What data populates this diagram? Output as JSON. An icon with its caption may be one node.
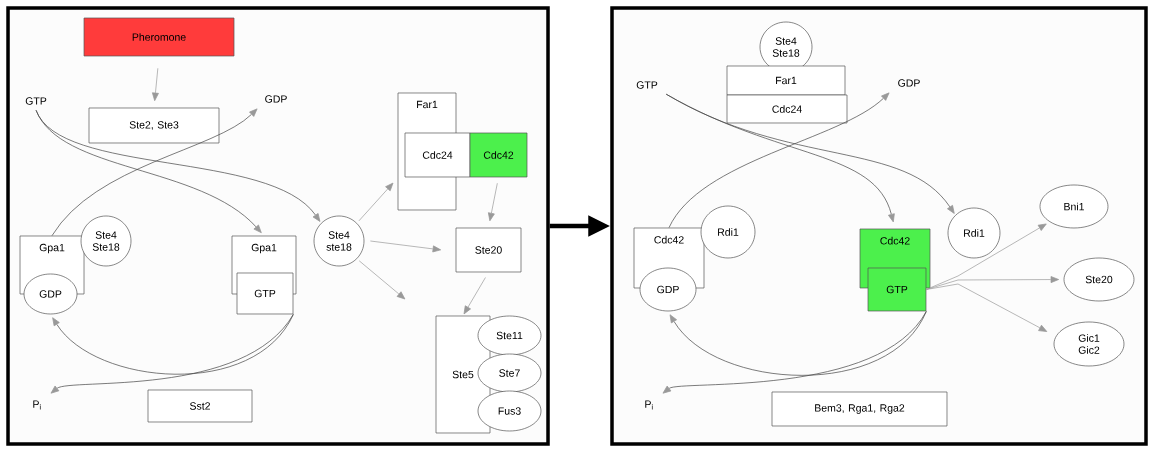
{
  "diagram": {
    "nodes": [
      {
        "text": [],
        "shape": "box"
      },
      {
        "text": [
          "Pheromone"
        ],
        "in": 0
      },
      {
        "text": [
          "Ste2, Ste3"
        ],
        "in": 0
      },
      {
        "text": [
          "GTP"
        ],
        "in": 0
      },
      {
        "text": [
          "GDP"
        ],
        "in": 0
      },
      {
        "text": [
          "Far1"
        ],
        "in": 0
      },
      {
        "text": [
          "Cdc24"
        ],
        "in": 0
      },
      {
        "text": [
          "Cdc42"
        ],
        "in": 0
      },
      {
        "text": [
          "Gpa1"
        ],
        "in": 0
      },
      {
        "text": [
          "Ste4 Ste18"
        ],
        "in": 0
      },
      {
        "text": [
          "GDP"
        ],
        "in": 0
      },
      {
        "text": [
          "Gpa1"
        ],
        "in": 0
      },
      {
        "text": [
          "GTP"
        ],
        "in": 0
      },
      {
        "text": [
          "Ste4 ste18"
        ],
        "in": 0
      },
      {
        "text": [
          "Ste20"
        ],
        "in": 0
      },
      {
        "text": [
          "Ste5"
        ],
        "in": 0
      },
      {
        "text": [
          "Ste11"
        ],
        "in": 0
      },
      {
        "text": [
          "Ste7"
        ],
        "in": 0
      },
      {
        "text": [
          "Fus3"
        ],
        "in": 0
      },
      {
        "text": [
          "P$_{i}$"
        ],
        "in": 0
      },
      {
        "text": [
          "Sst2"
        ],
        "in": 0
      },
      {
        "text": [],
        "shape": "box"
      },
      {
        "text": [
          "Ste4 Ste18"
        ],
        "in": 21
      },
      {
        "text": [
          "Far1"
        ],
        "in": 21
      },
      {
        "text": [
          "Cdc24"
        ],
        "in": 21
      },
      {
        "text": [
          "GTP"
        ],
        "in": 21
      },
      {
        "text": [
          "GDP"
        ],
        "in": 21
      },
      {
        "text": [
          "Cdc42"
        ],
        "in": 21
      },
      {
        "text": [
          "Rdi1"
        ],
        "in": 21
      },
      {
        "text": [
          "GDP"
        ],
        "in": 21
      },
      {
        "text": [
          "Cdc42"
        ],
        "in": 21
      },
      {
        "text": [
          "GTP"
        ],
        "in": 21
      },
      {
        "text": [
          "Rdi1"
        ],
        "in": 21
      },
      {
        "text": [
          "Bni1"
        ],
        "in": 21
      },
      {
        "text": [
          "Ste20"
        ],
        "in": 21
      },
      {
        "text": [
          "Gic1 Gic2"
        ],
        "in": 21
      },
      {
        "text": [
          "P$_{i}$"
        ],
        "in": 21
      },
      {
        "text": [
          "Bem3, Rga1, Rga2"
        ],
        "in": 21
      }
    ],
    "edges": [
      {
        "from": 1,
        "to": 2,
        "arrow": "to",
        "color": "#999999"
      },
      {
        "from": 3,
        "to": 11,
        "arrow": "to"
      },
      {
        "from": 3,
        "to": 13,
        "arrow": "to"
      },
      {
        "from": 8,
        "to": 4,
        "arrow": "to"
      },
      {
        "from": 12,
        "to": 10,
        "arrow": "to"
      },
      {
        "from": 12,
        "to": 19,
        "arrow": "to"
      },
      {
        "from": 13,
        "to": 5,
        "arrow": "to",
        "color": "#999999"
      },
      {
        "from": 13,
        "to": 14,
        "arrow": "to",
        "color": "#999999"
      },
      {
        "from": 13,
        "to": 15,
        "arrow": "to",
        "color": "#999999"
      },
      {
        "from": 7,
        "to": 14,
        "arrow": "to",
        "color": "#999999"
      },
      {
        "from": 14,
        "to": 15,
        "arrow": "to",
        "color": "#999999"
      },
      {
        "from": 0,
        "to": 21,
        "arrow": "to",
        "style": "thick",
        "color": "#000000"
      },
      {
        "from": 25,
        "to": 30,
        "arrow": "to"
      },
      {
        "from": 25,
        "to": 32,
        "arrow": "to"
      },
      {
        "from": 27,
        "to": 26,
        "arrow": "to"
      },
      {
        "from": 31,
        "to": 29,
        "arrow": "to"
      },
      {
        "from": 31,
        "to": 36,
        "arrow": "to"
      },
      {
        "from": 31,
        "to": 33,
        "arrow": "to",
        "color": "#999999"
      },
      {
        "from": 31,
        "to": 34,
        "arrow": "to",
        "color": "#999999"
      },
      {
        "from": 31,
        "to": 35,
        "arrow": "to",
        "color": "#999999"
      }
    ]
  }
}
